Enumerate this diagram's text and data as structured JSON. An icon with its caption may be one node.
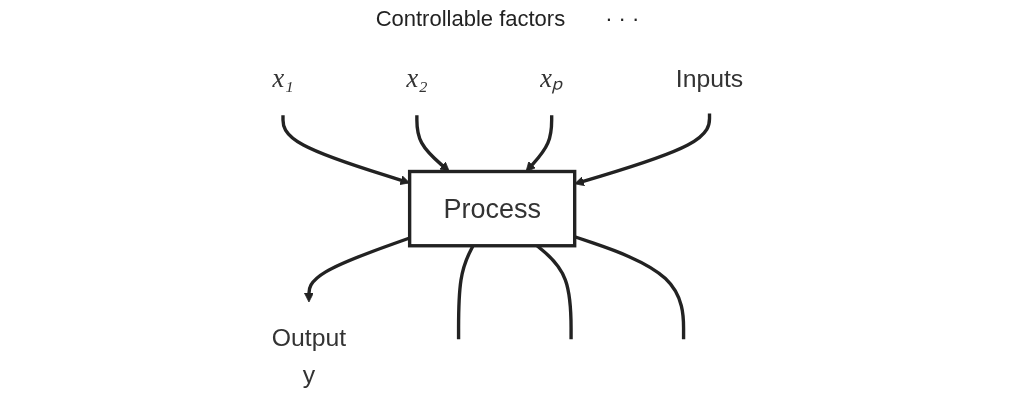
{
  "diagram": {
    "nodes": [
      {
        "text": [
          "Process"
        ]
      },
      {
        "text": [
          "x₁"
        ]
      },
      {
        "text": [
          "x₂"
        ]
      },
      {
        "text": [
          "xₚ"
        ]
      },
      {
        "text": [
          "Inputs"
        ]
      },
      {
        "text": [
          "Output",
          "y"
        ]
      }
    ],
    "edges": [
      {
        "from": 1,
        "to": 0,
        "arrow": "to"
      },
      {
        "from": 2,
        "to": 0,
        "arrow": "to"
      },
      {
        "from": 3,
        "to": 0,
        "arrow": "to"
      },
      {
        "from": 4,
        "to": 0,
        "arrow": "to"
      },
      {
        "from": 0,
        "to": 5,
        "arrow": "to"
      },
      {
        "from": 0,
        "to": null,
        "arrow": "none"
      },
      {
        "from": 0,
        "to": null,
        "arrow": "none"
      },
      {
        "from": 0,
        "to": null,
        "arrow": "none"
      }
    ],
    "labels": [
      "Controllable factors",
      "· · ·"
    ]
  }
}
